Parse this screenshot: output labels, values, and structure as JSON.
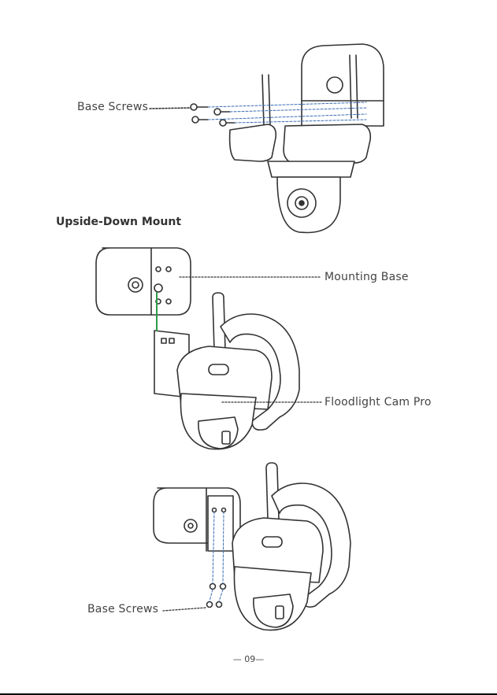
{
  "labels": {
    "top_screws": "Base Screws",
    "section_heading": "Upside-Down Mount",
    "mounting_base": "Mounting Base",
    "floodlight_cam": "Floodlight Cam Pro",
    "bottom_screws": "Base Screws"
  },
  "footer": {
    "page_number": "— 09—"
  },
  "colors": {
    "ink": "#333333",
    "dashed_blue": "#3b6db3",
    "green": "#2e9a4a"
  }
}
